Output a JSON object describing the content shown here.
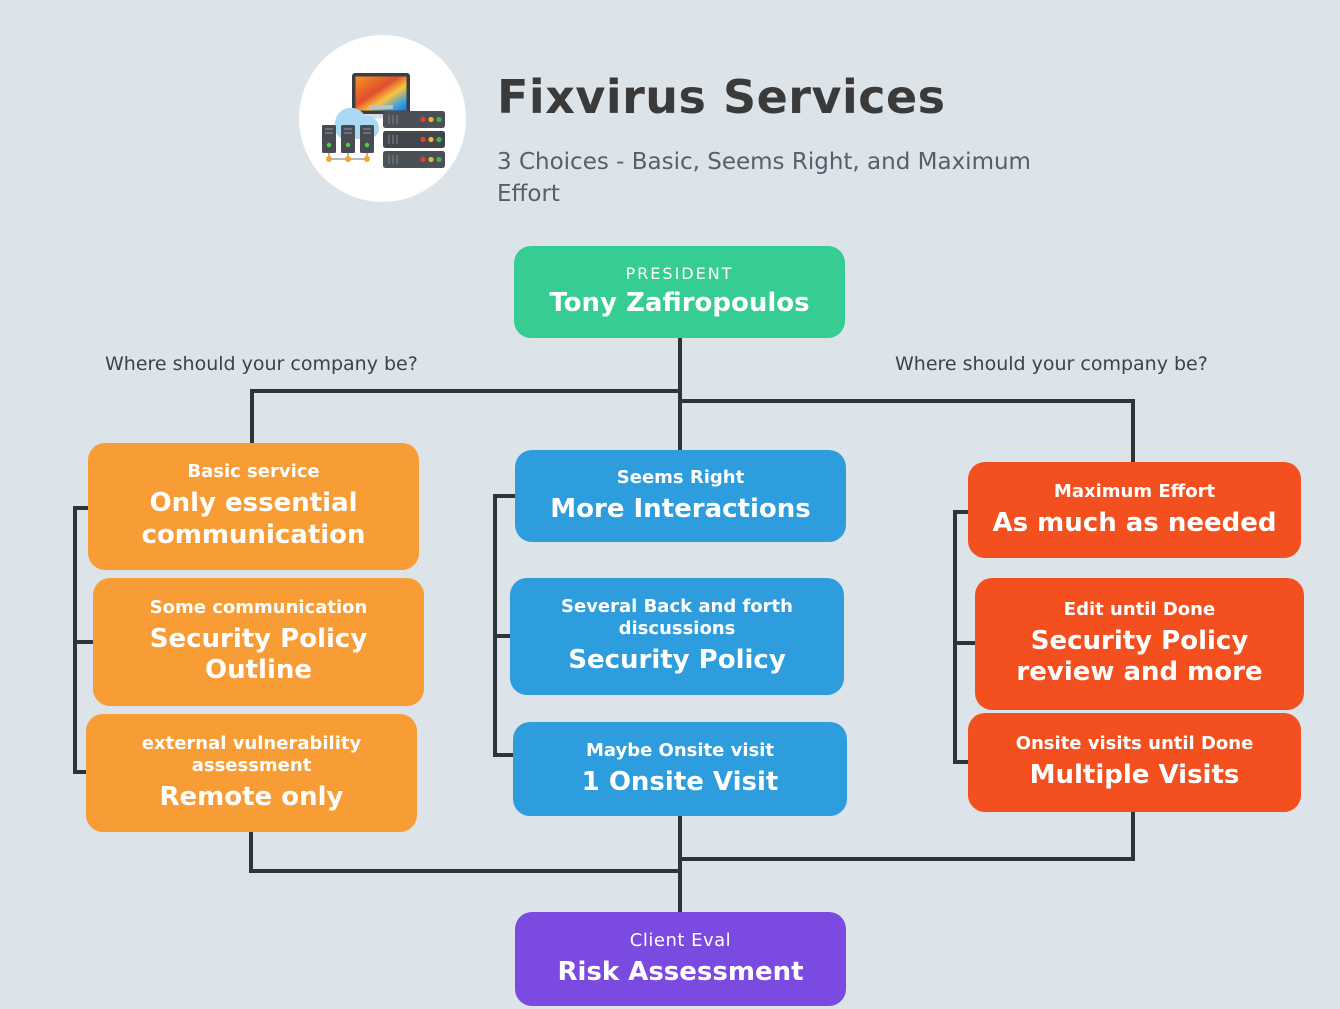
{
  "header": {
    "title": "Fixvirus Services",
    "subtitle": "3 Choices - Basic, Seems Right, and Maximum Effort"
  },
  "labels": {
    "left_question": "Where should your company be?",
    "right_question": "Where should your company be?"
  },
  "colors": {
    "background": "#dce4ea",
    "green": "#35cd92",
    "orange": "#f89c35",
    "blue": "#2e9dde",
    "red_orange": "#f4501f",
    "purple": "#7b4ae1",
    "line": "#2f3438",
    "title_text": "#3a3a3a",
    "subtitle_text": "#52616d",
    "box_text": "#ffffff"
  },
  "icons": {
    "logo": "cloud-servers-laptop-icon"
  },
  "nodes": {
    "president": {
      "label": "PRESIDENT",
      "title": "Tony Zafiropoulos"
    },
    "basic_column": [
      {
        "label": "Basic service",
        "title": "Only essential communication"
      },
      {
        "label": "Some communication",
        "title": "Security Policy Outline"
      },
      {
        "label": "external vulnerability assessment",
        "title": "Remote only"
      }
    ],
    "seems_column": [
      {
        "label": "Seems Right",
        "title": "More Interactions"
      },
      {
        "label": "Several Back and forth discussions",
        "title": "Security Policy"
      },
      {
        "label": "Maybe Onsite visit",
        "title": "1 Onsite Visit"
      }
    ],
    "maximum_column": [
      {
        "label": "Maximum Effort",
        "title": "As much as needed"
      },
      {
        "label": "Edit until Done",
        "title": "Security Policy review and more"
      },
      {
        "label": "Onsite visits until Done",
        "title": "Multiple Visits"
      }
    ],
    "client": {
      "label": "Client Eval",
      "title": "Risk Assessment"
    }
  }
}
